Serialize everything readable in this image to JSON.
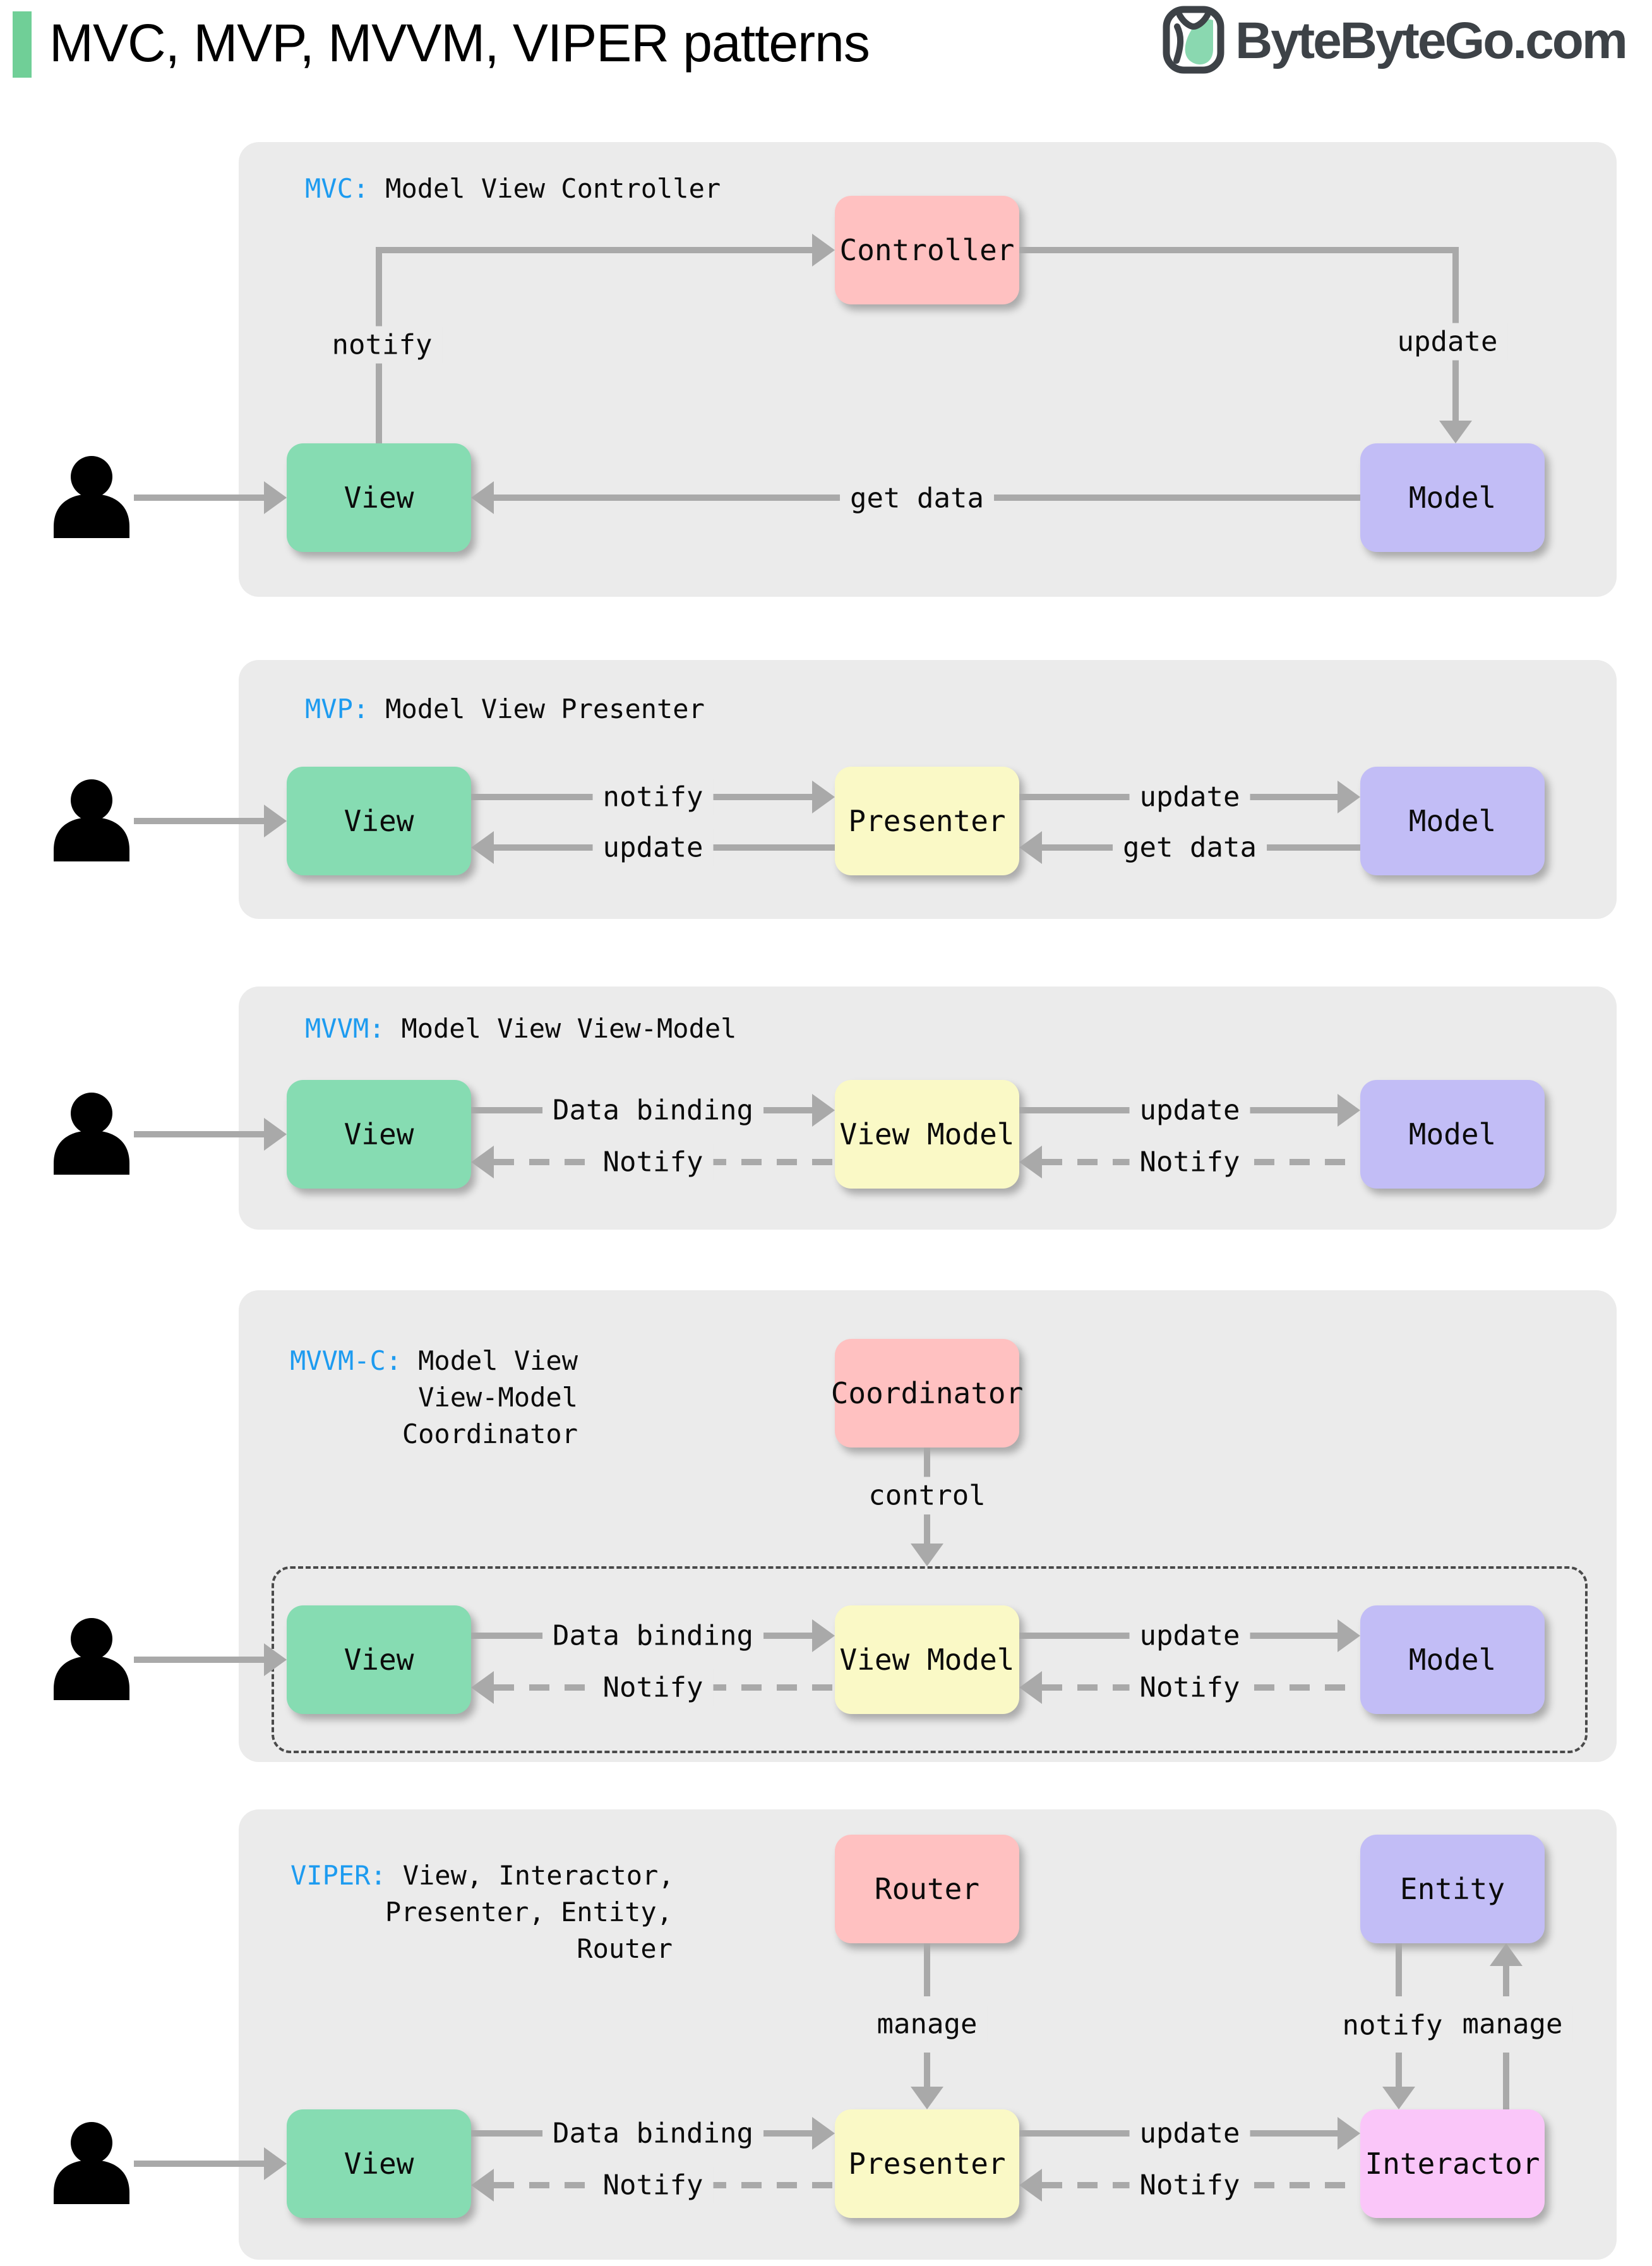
{
  "page": {
    "title": "MVC, MVP, MVVM, VIPER patterns",
    "logo_text": "ByteByteGo.com"
  },
  "colors": {
    "accent_green": "#70CF97",
    "label_blue": "#1D9BF0",
    "panel_gray": "#EBEBEB",
    "arrow_gray": "#A9A9A9",
    "node_green": "#86DCB2",
    "node_pink": "#FFC1C1",
    "node_purple": "#C2BDF6",
    "node_yellow": "#FAF9C6",
    "node_magenta": "#FAC6F9",
    "logo_dark": "#3D4247"
  },
  "sections": {
    "mvc": {
      "tag": "MVC:",
      "name": "Model View Controller",
      "nodes": {
        "controller": "Controller",
        "view": "View",
        "model": "Model"
      },
      "labels": {
        "notify": "notify",
        "update": "update",
        "get_data": "get data"
      }
    },
    "mvp": {
      "tag": "MVP:",
      "name": "Model View Presenter",
      "nodes": {
        "view": "View",
        "presenter": "Presenter",
        "model": "Model"
      },
      "labels": {
        "notify": "notify",
        "update_view": "update",
        "update_model": "update",
        "get_data": "get data"
      }
    },
    "mvvm": {
      "tag": "MVVM:",
      "name": "Model View View-Model",
      "nodes": {
        "view": "View",
        "view_model": "View Model",
        "model": "Model"
      },
      "labels": {
        "data_binding": "Data binding",
        "notify_view": "Notify",
        "update": "update",
        "notify_vm": "Notify"
      }
    },
    "mvvmc": {
      "tag": "MVVM-C:",
      "name_line1": "Model View",
      "name_line2": "View-Model",
      "name_line3": "Coordinator",
      "nodes": {
        "coordinator": "Coordinator",
        "view": "View",
        "view_model": "View Model",
        "model": "Model"
      },
      "labels": {
        "control": "control",
        "data_binding": "Data binding",
        "notify_view": "Notify",
        "update": "update",
        "notify_vm": "Notify"
      }
    },
    "viper": {
      "tag": "VIPER:",
      "name_line1": "View, Interactor,",
      "name_line2": "Presenter, Entity,",
      "name_line3": "Router",
      "nodes": {
        "router": "Router",
        "entity": "Entity",
        "view": "View",
        "presenter": "Presenter",
        "interactor": "Interactor"
      },
      "labels": {
        "manage_router": "manage",
        "notify_entity": "notify",
        "manage_entity": "manage",
        "data_binding": "Data binding",
        "notify_view": "Notify",
        "update": "update",
        "notify_presenter": "Notify"
      }
    }
  }
}
